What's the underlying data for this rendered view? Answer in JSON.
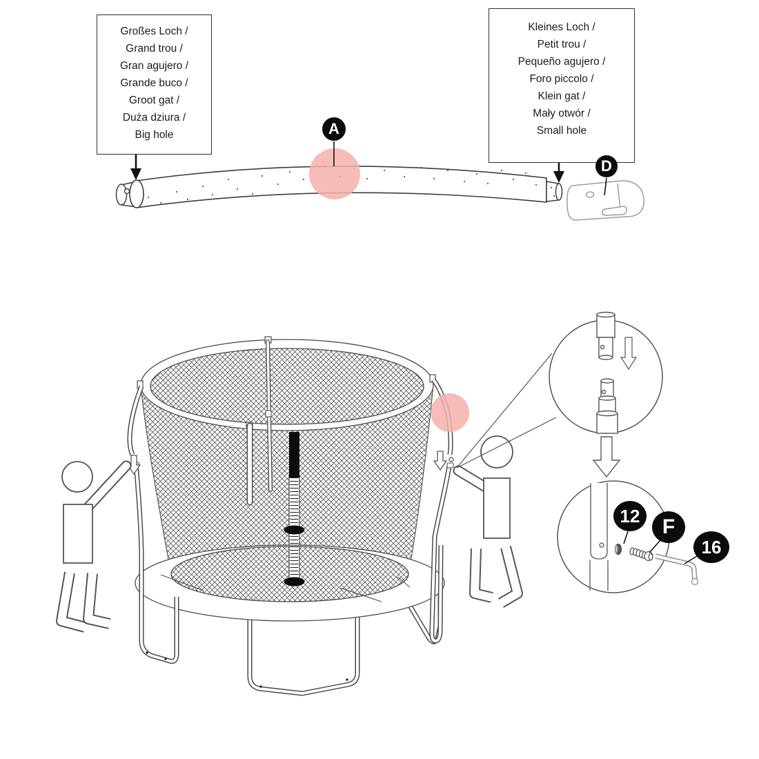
{
  "boxes": {
    "big": {
      "lines": [
        "Großes Loch /",
        "Grand trou /",
        "Gran agujero /",
        "Grande buco /",
        "Groot gat /",
        "Duża dziura /",
        "Big hole"
      ]
    },
    "small": {
      "lines": [
        "Kleines Loch /",
        "Petit trou /",
        "Pequeño agujero /",
        "Foro piccolo /",
        "Klein gat /",
        "Mały otwór /",
        "Small hole"
      ]
    }
  },
  "badges": {
    "pole_pad": "A",
    "pole_sleeve": "D",
    "screw": "12",
    "bolt": "F",
    "allen_key": "16"
  },
  "colors": {
    "highlight_pink": "#f5b0ac",
    "badge_black": "#0b0b0b",
    "line_art": "#4a4a4a",
    "light_gray": "#9c9c9c",
    "background": "#ffffff"
  }
}
